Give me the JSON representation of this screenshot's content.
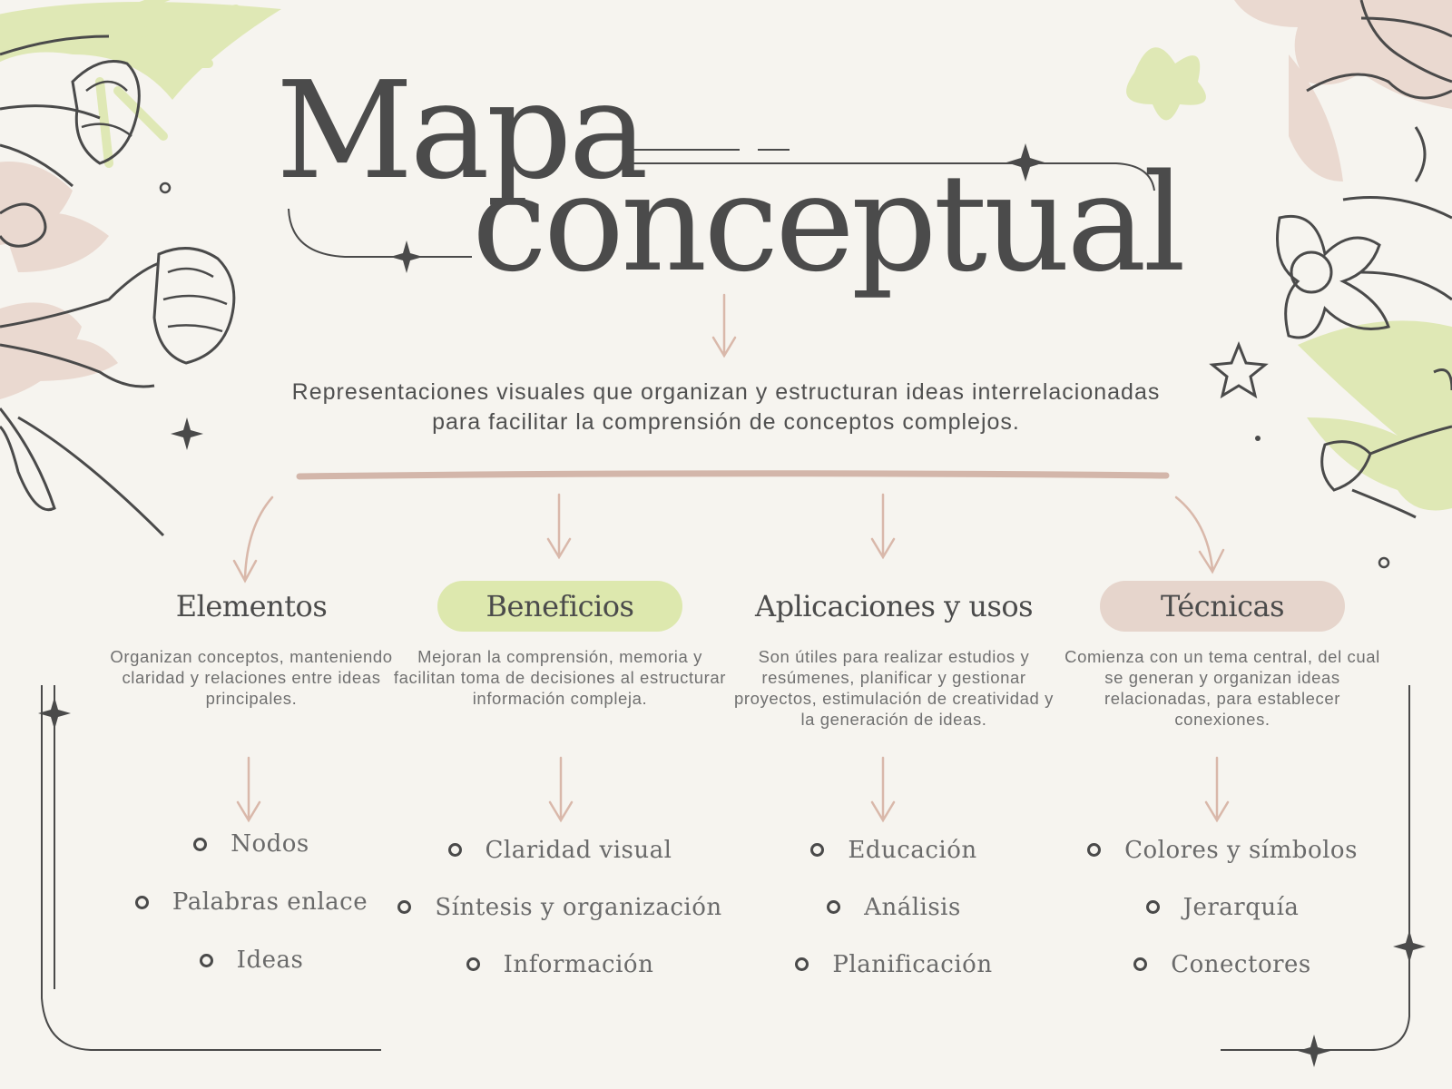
{
  "title": {
    "line1": "Mapa",
    "line2": "conceptual"
  },
  "description": "Representaciones visuales que organizan y estructuran ideas interrelacionadas para facilitar la comprensión de conceptos complejos.",
  "colors": {
    "background": "#f6f4ef",
    "text": "#4a4a4a",
    "accent_green": "#dde8ae",
    "accent_pink": "#e6d5cc",
    "arrow": "#d9b8aa"
  },
  "columns": [
    {
      "title": "Elementos",
      "description": "Organizan conceptos, manteniendo claridad y relaciones entre ideas principales.",
      "items": [
        "Nodos",
        "Palabras enlace",
        "Ideas"
      ]
    },
    {
      "title": "Beneficios",
      "description": "Mejoran la comprensión, memoria y facilitan toma de decisiones al estructurar información compleja.",
      "items": [
        "Claridad visual",
        "Síntesis y organización",
        "Información"
      ]
    },
    {
      "title": "Aplicaciones y usos",
      "description": "Son útiles para realizar estudios y resúmenes, planificar y gestionar proyectos, estimulación de creatividad y la generación de ideas.",
      "items": [
        "Educación",
        "Análisis",
        "Planificación"
      ]
    },
    {
      "title": "Técnicas",
      "description": "Comienza con un tema central, del cual se generan y organizan ideas relacionadas, para establecer conexiones.",
      "items": [
        "Colores y símbolos",
        "Jerarquía",
        "Conectores"
      ]
    }
  ]
}
